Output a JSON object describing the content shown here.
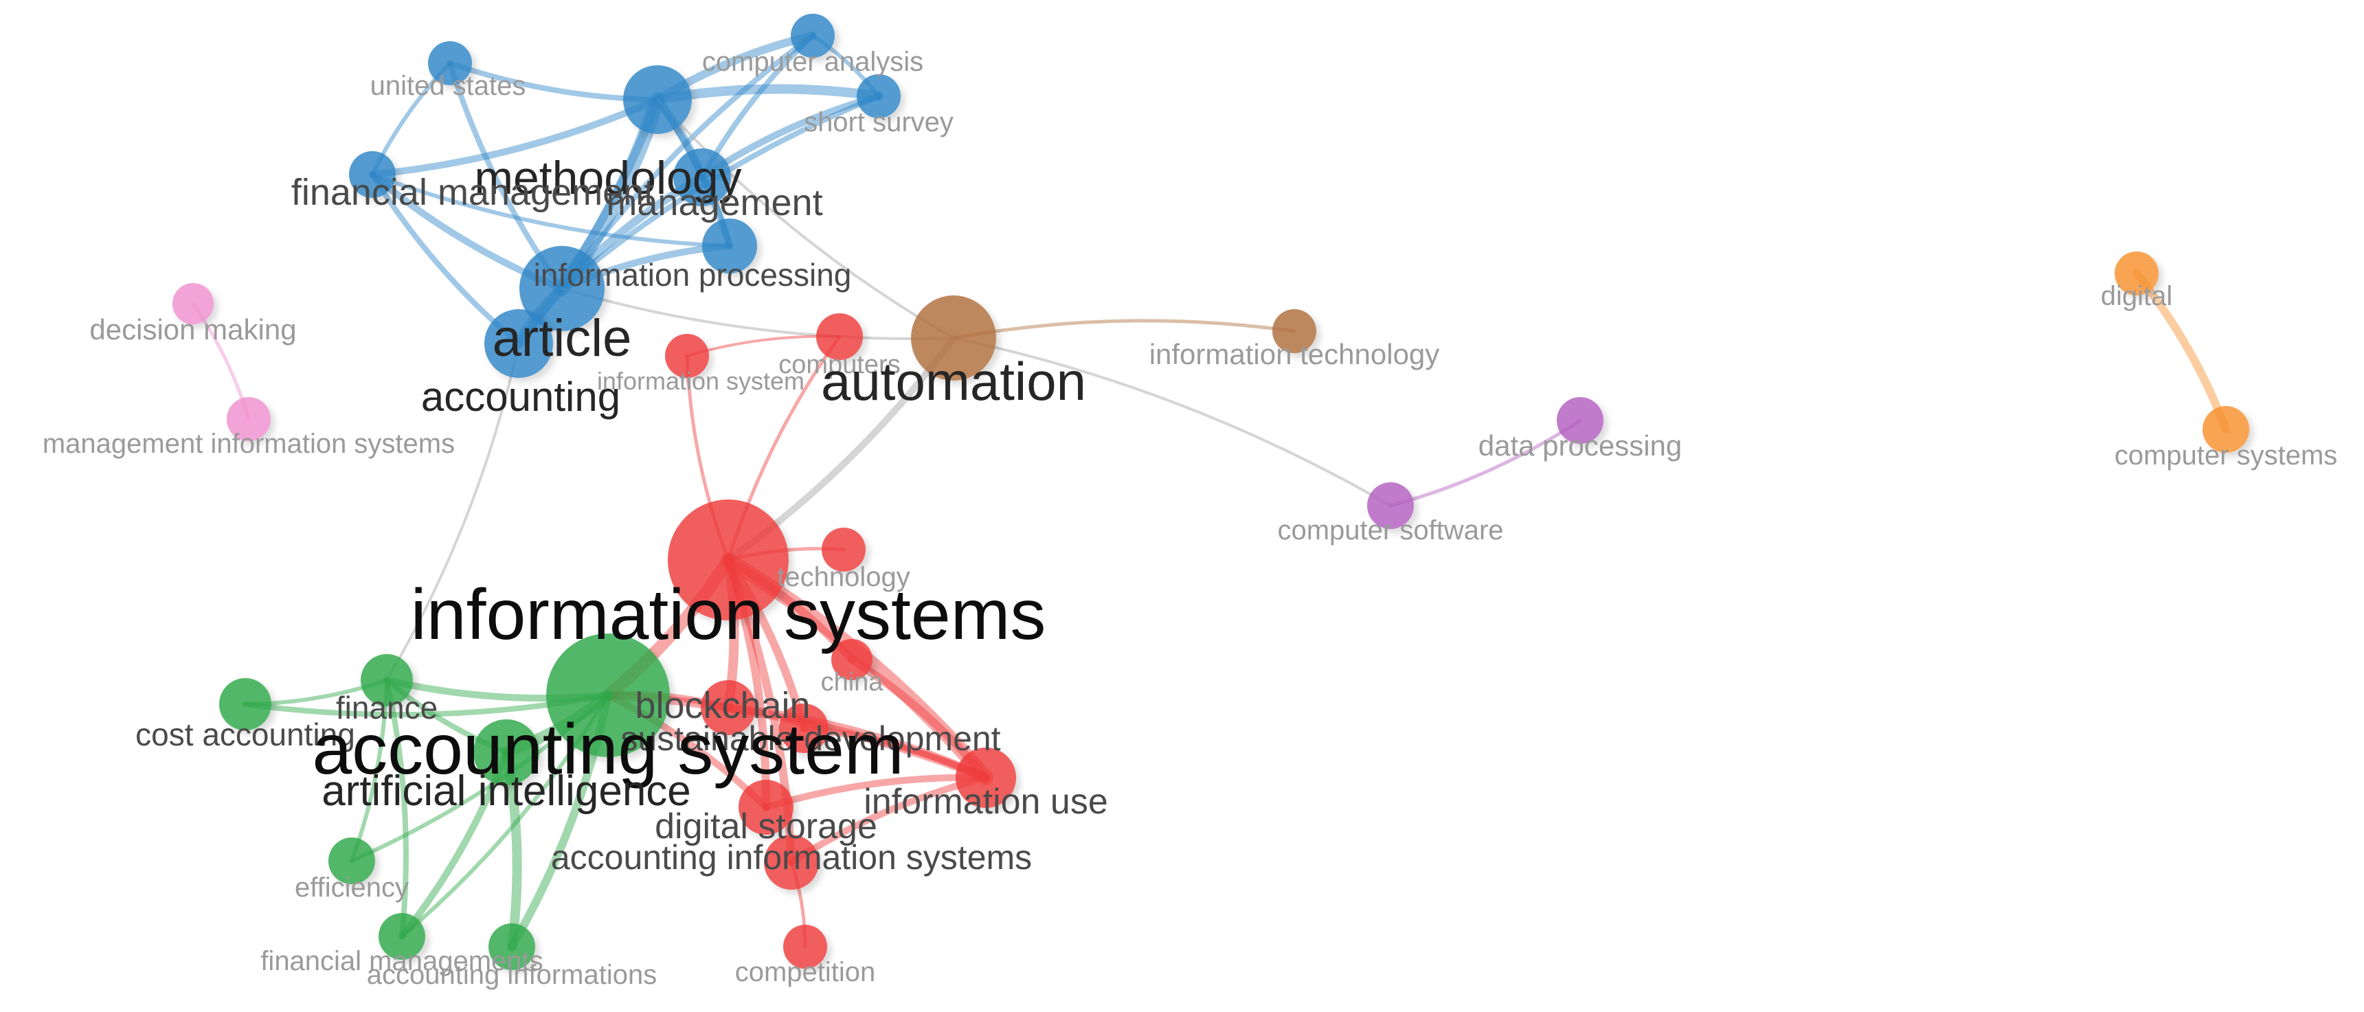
{
  "colors": {
    "blue": "#2f86c7",
    "red": "#ef3b3b",
    "green": "#2fa84a",
    "brown": "#b06e3c",
    "purple": "#b35ec0",
    "pink": "#f090cf",
    "orange": "#f7912d",
    "gray": "#b9b9b9"
  },
  "nodes": [
    {
      "id": "united-states",
      "label": "united states",
      "cluster": "blue",
      "weight": 1
    },
    {
      "id": "computer-analysis",
      "label": "computer analysis",
      "cluster": "blue",
      "weight": 1
    },
    {
      "id": "short-survey",
      "label": "short survey",
      "cluster": "blue",
      "weight": 1
    },
    {
      "id": "methodology",
      "label": "methodology",
      "cluster": "blue",
      "weight": 3
    },
    {
      "id": "financial-management",
      "label": "financial management",
      "cluster": "blue",
      "weight": 2
    },
    {
      "id": "management",
      "label": "management",
      "cluster": "blue",
      "weight": 2
    },
    {
      "id": "information-processing",
      "label": "information processing",
      "cluster": "blue",
      "weight": 2
    },
    {
      "id": "article",
      "label": "article",
      "cluster": "blue",
      "weight": 4
    },
    {
      "id": "accounting",
      "label": "accounting",
      "cluster": "blue",
      "weight": 3
    },
    {
      "id": "decision-making",
      "label": "decision making",
      "cluster": "pink",
      "weight": 1
    },
    {
      "id": "management-information-systems",
      "label": "management information systems",
      "cluster": "pink",
      "weight": 1
    },
    {
      "id": "computers",
      "label": "computers",
      "cluster": "red",
      "weight": 1
    },
    {
      "id": "information-system",
      "label": "information system",
      "cluster": "red",
      "weight": 1
    },
    {
      "id": "automation",
      "label": "automation",
      "cluster": "brown",
      "weight": 4
    },
    {
      "id": "information-technology",
      "label": "information technology",
      "cluster": "brown",
      "weight": 1
    },
    {
      "id": "data-processing",
      "label": "data processing",
      "cluster": "purple",
      "weight": 1
    },
    {
      "id": "computer-software",
      "label": "computer software",
      "cluster": "purple",
      "weight": 1
    },
    {
      "id": "digital",
      "label": "digital",
      "cluster": "orange",
      "weight": 1
    },
    {
      "id": "computer-systems",
      "label": "computer systems",
      "cluster": "orange",
      "weight": 1
    },
    {
      "id": "technology",
      "label": "technology",
      "cluster": "red",
      "weight": 1
    },
    {
      "id": "information-systems",
      "label": "information systems",
      "cluster": "red",
      "weight": 6
    },
    {
      "id": "china",
      "label": "china",
      "cluster": "red",
      "weight": 1
    },
    {
      "id": "blockchain",
      "label": "blockchain",
      "cluster": "red",
      "weight": 2
    },
    {
      "id": "sustainable-development",
      "label": "sustainable development",
      "cluster": "red",
      "weight": 2
    },
    {
      "id": "finance",
      "label": "finance",
      "cluster": "green",
      "weight": 2
    },
    {
      "id": "cost-accounting",
      "label": "cost accounting",
      "cluster": "green",
      "weight": 2
    },
    {
      "id": "accounting-system",
      "label": "accounting system",
      "cluster": "green",
      "weight": 6
    },
    {
      "id": "artificial-intelligence",
      "label": "artificial intelligence",
      "cluster": "green",
      "weight": 3
    },
    {
      "id": "information-use",
      "label": "information use",
      "cluster": "red",
      "weight": 2
    },
    {
      "id": "digital-storage",
      "label": "digital storage",
      "cluster": "red",
      "weight": 2
    },
    {
      "id": "accounting-information-systems",
      "label": "accounting information systems",
      "cluster": "red",
      "weight": 2
    },
    {
      "id": "efficiency",
      "label": "efficiency",
      "cluster": "green",
      "weight": 1
    },
    {
      "id": "financial-managements",
      "label": "financial managements",
      "cluster": "green",
      "weight": 1
    },
    {
      "id": "accounting-informations",
      "label": "accounting informations",
      "cluster": "green",
      "weight": 1
    },
    {
      "id": "competition",
      "label": "competition",
      "cluster": "red",
      "weight": 1
    }
  ]
}
